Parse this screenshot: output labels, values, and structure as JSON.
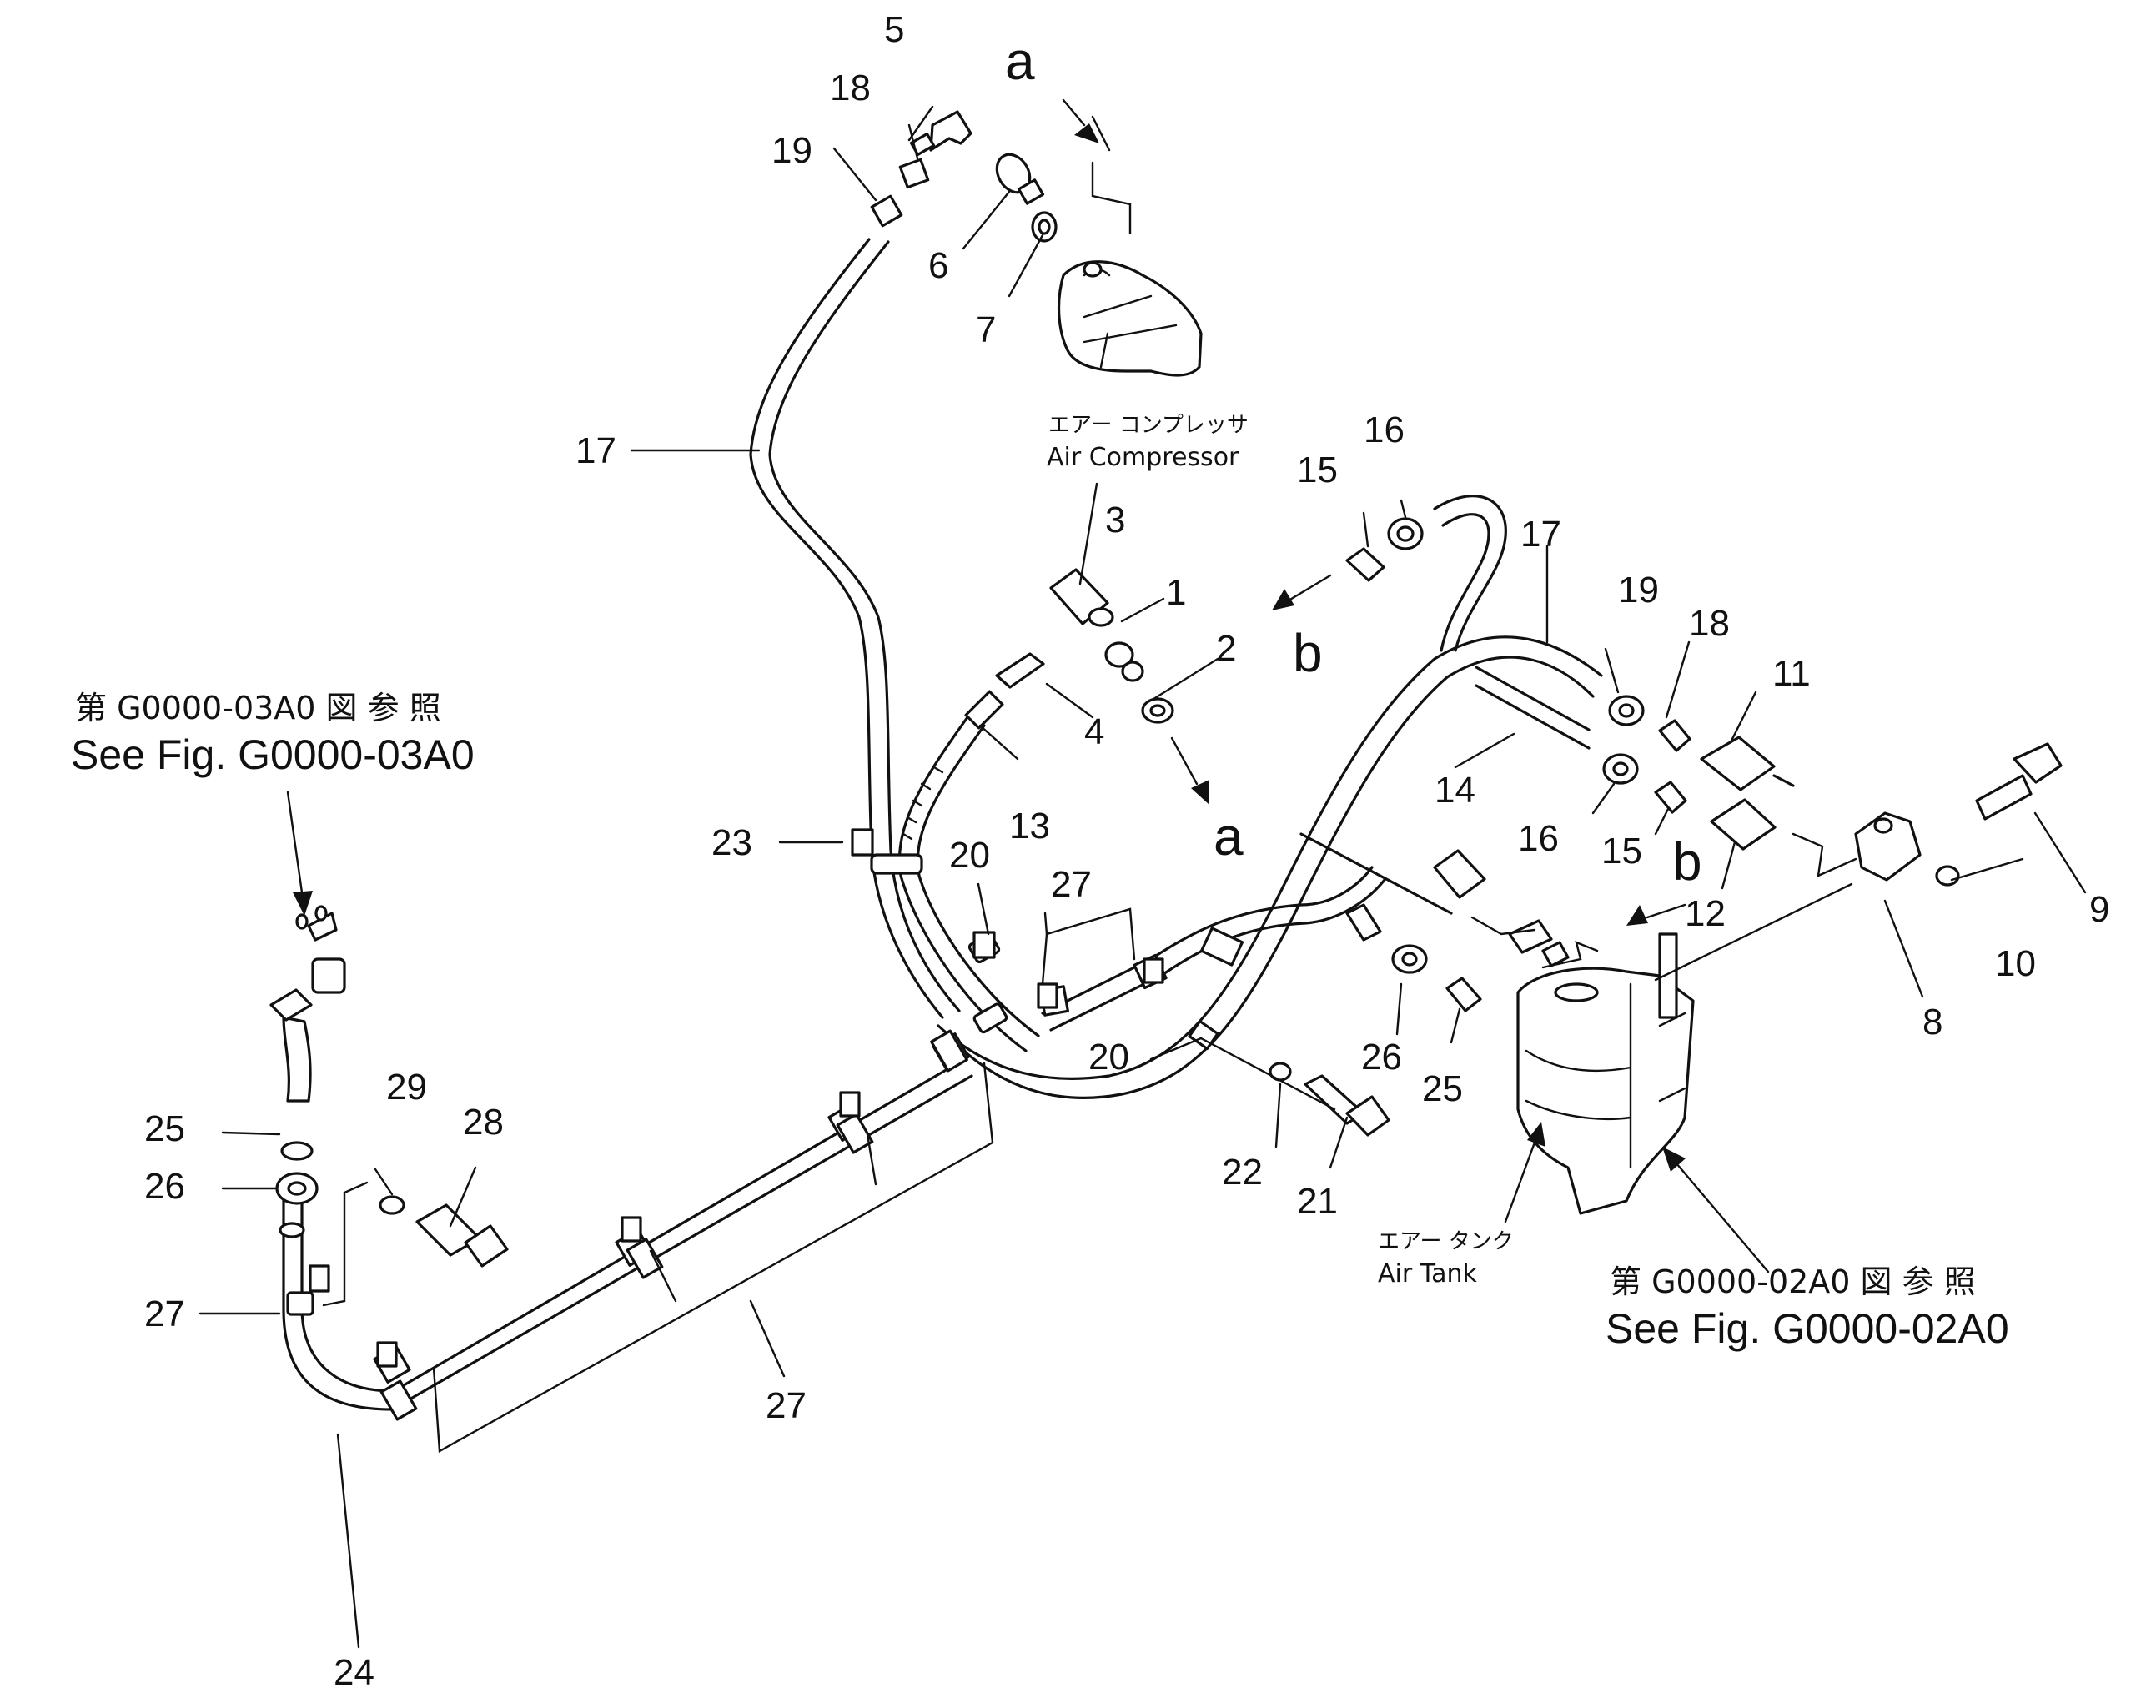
{
  "callouts": {
    "n1": "1",
    "n2": "2",
    "n3": "3",
    "n4": "4",
    "n5": "5",
    "n6": "6",
    "n7": "7",
    "n8": "8",
    "n9": "9",
    "n10": "10",
    "n11": "11",
    "n12": "12",
    "n13": "13",
    "n14": "14",
    "n15a": "15",
    "n15b": "15",
    "n16a": "16",
    "n16b": "16",
    "n17a": "17",
    "n17b": "17",
    "n18a": "18",
    "n18b": "18",
    "n19a": "19",
    "n19b": "19",
    "n20a": "20",
    "n20b": "20",
    "n21": "21",
    "n22": "22",
    "n23": "23",
    "n24": "24",
    "n25a": "25",
    "n25b": "25",
    "n26a": "26",
    "n26b": "26",
    "n27a": "27",
    "n27b": "27",
    "n27c": "27",
    "n28": "28",
    "n29": "29"
  },
  "view_letters": {
    "a1": "a",
    "a2": "a",
    "b1": "b",
    "b2": "b"
  },
  "labels": {
    "air_compressor_jp": "エアー コンプレッサ",
    "air_compressor": "Air Compressor",
    "air_tank_jp": "エアー タンク",
    "air_tank": "Air Tank"
  },
  "references": {
    "left_jp": "第 G0000-03A0 図 参 照",
    "left": "See Fig. G0000-03A0",
    "right_jp": "第 G0000-02A0 図 参 照",
    "right": "See Fig. G0000-02A0"
  }
}
